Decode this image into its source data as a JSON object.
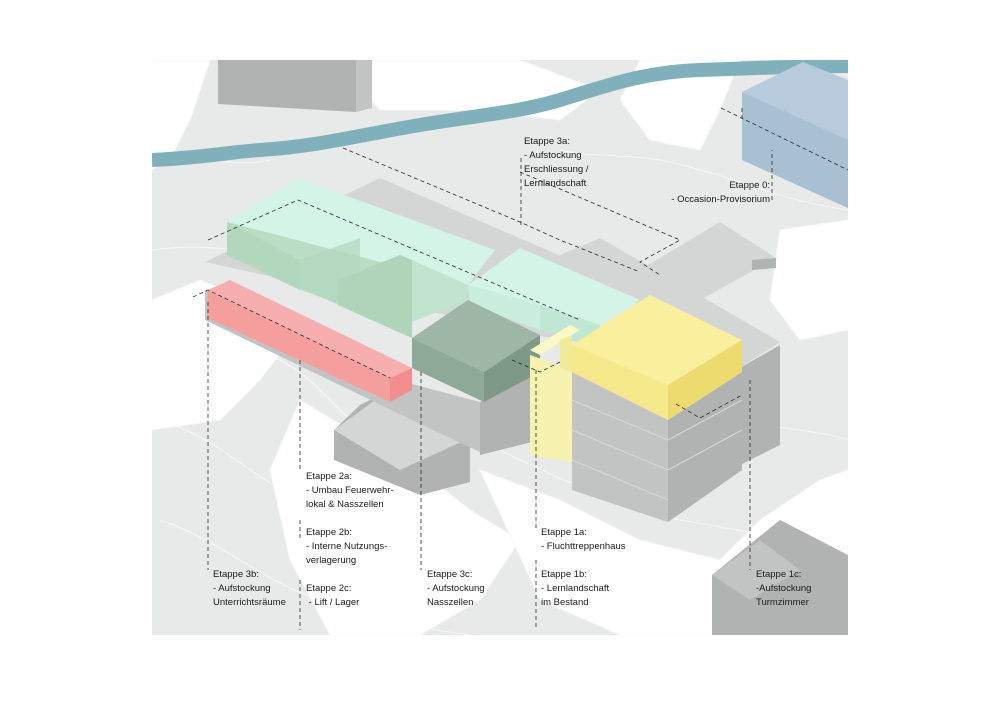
{
  "colors": {
    "background": "#ffffff",
    "terrain": "#e8e9e9",
    "terrain_line": "#f7f7f7",
    "river": "#7fb0bb",
    "existing_light": "#d4d5d5",
    "existing_mid": "#c2c3c3",
    "existing_dark": "#b1b2b2",
    "etappe_0": "#b7cbdc",
    "etappe_1a": "#f6f3b0",
    "etappe_1c": "#f6e98b",
    "etappe_2": "#b9ddc5",
    "etappe_3a": "#d3f4e6",
    "etappe_3b": "#f7aeae",
    "etappe_3c": "#8fa998",
    "leader_line": "#2b2b2b"
  },
  "labels": {
    "e3a": {
      "title": "Etappe 3a:",
      "line1": "- Aufstockung",
      "line2": "Erschliessung /",
      "line3": "Lernlandschaft"
    },
    "e0": {
      "title": "Etappe 0:",
      "line1": "- Occasion-Provisorium"
    },
    "e2a": {
      "title": "Etappe 2a:",
      "line1": "- Umbau Feuerwehr-",
      "line2": "lokal & Nasszellen"
    },
    "e2b": {
      "title": "Etappe 2b:",
      "line1": "- Interne Nutzungs-",
      "line2": "verlagerung"
    },
    "e2c": {
      "title": "Etappe 2c:",
      "line1": " - Lift / Lager"
    },
    "e3b": {
      "title": "Etappe 3b:",
      "line1": "- Aufstockung",
      "line2": "Unterrichtsräume"
    },
    "e3c": {
      "title": "Etappe 3c:",
      "line1": "- Aufstockung",
      "line2": "Nasszellen"
    },
    "e1a": {
      "title": "Etappe 1a:",
      "line1": "- Fluchttreppenhaus"
    },
    "e1b": {
      "title": "Etappe 1b:",
      "line1": "- Lernlandschaft",
      "line2": "im Bestand"
    },
    "e1c": {
      "title": "Etappe 1c:",
      "line1": "-Aufstockung",
      "line2": "Turmzimmer"
    }
  }
}
